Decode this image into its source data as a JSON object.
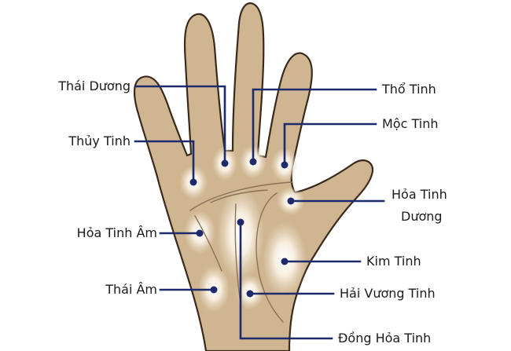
{
  "labels": {
    "thai_duong": "Thái Dương",
    "thuy_tinh": "Thủy Tinh",
    "hoa_tinh_am": "Hỏa Tinh Âm",
    "thai_am": "Thái Âm",
    "tho_tinh": "Thổ Tinh",
    "moc_tinh": "Mộc Tinh",
    "hoa_tinh_duong_line1": "Hỏa Tinh",
    "hoa_tinh_duong_line2": "Dương",
    "kim_tinh": "Kim Tinh",
    "hai_vuong_tinh": "Hải Vương Tinh",
    "dong_hoa_tinh": "Đồng Hỏa Tinh"
  },
  "colors": {
    "hand_fill": "#cfb691",
    "hand_stroke": "#3a2a1e",
    "mount_glow": "#f3e7d6",
    "leader_line": "#1d2a6b",
    "marker_dot": "#1d2a6b"
  }
}
